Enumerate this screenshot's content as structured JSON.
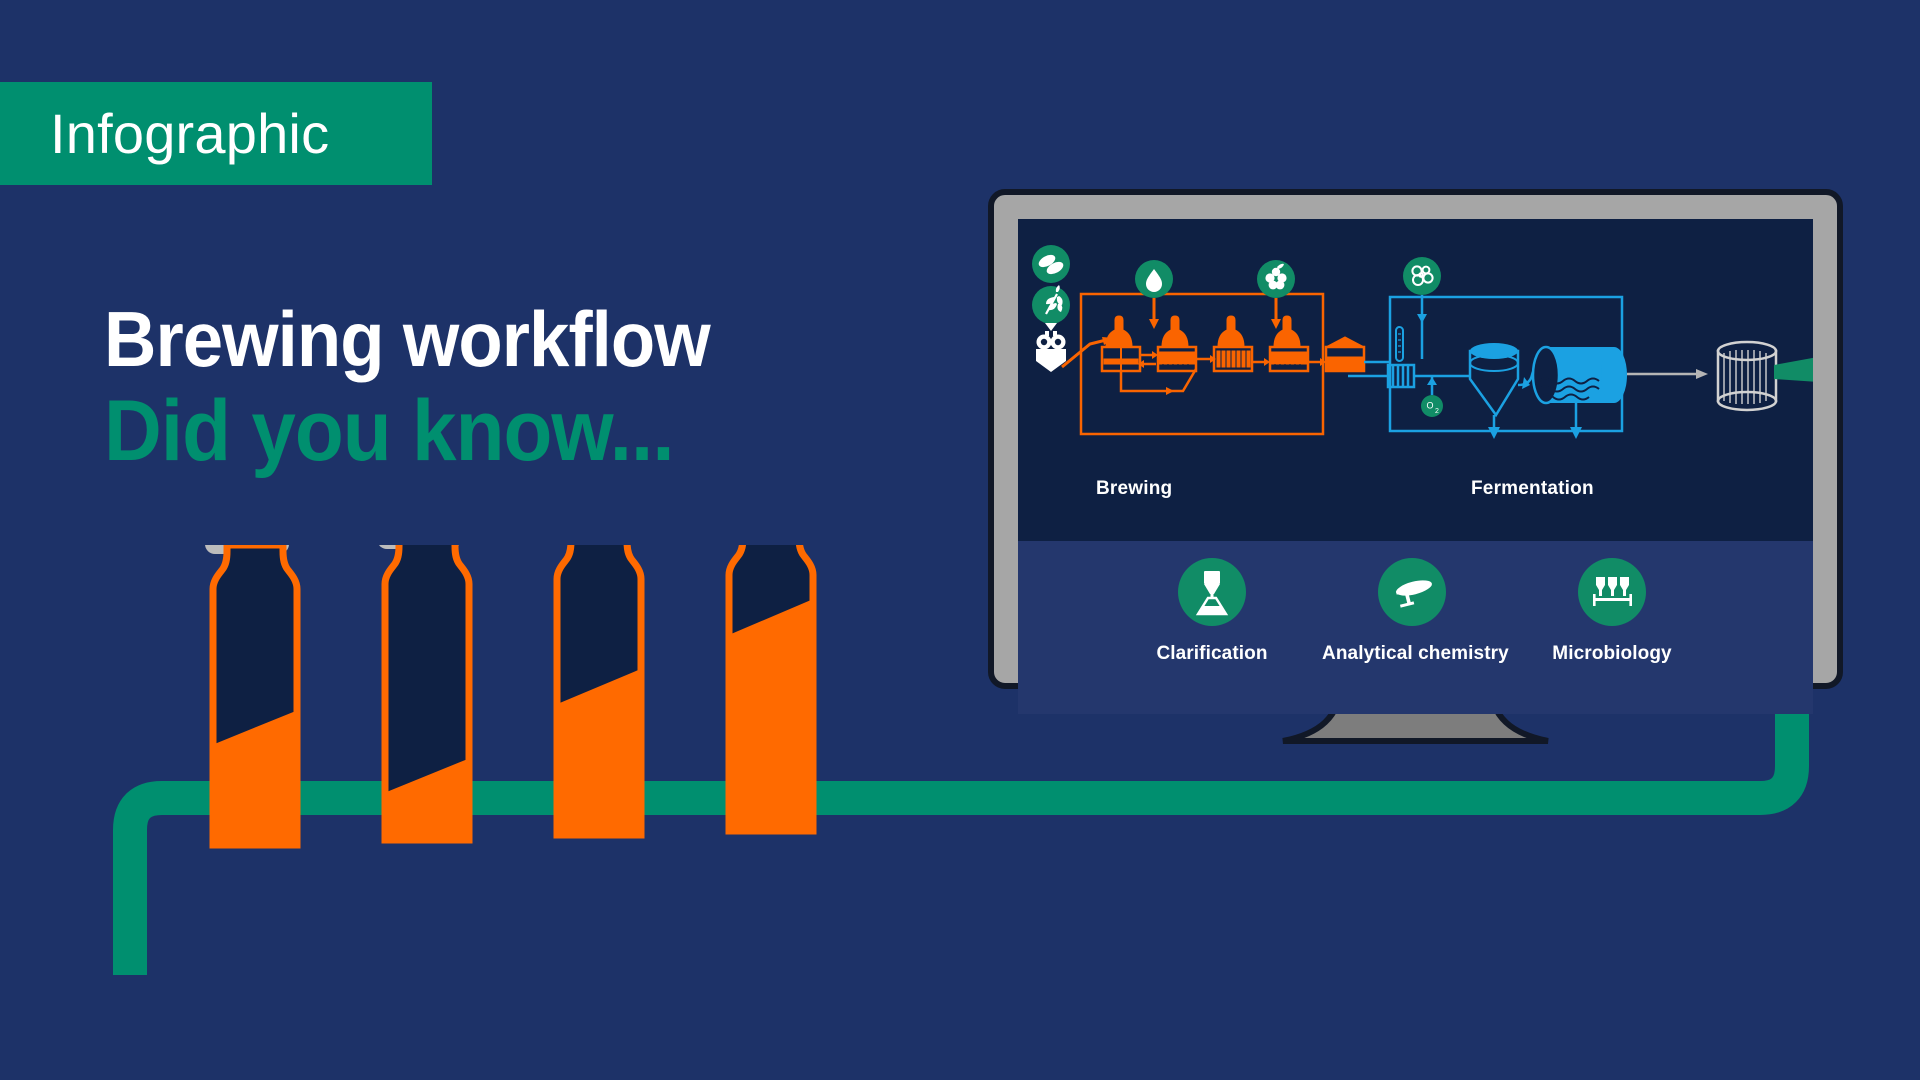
{
  "badge": {
    "label": "Infographic"
  },
  "headings": {
    "title": "Brewing workflow",
    "subtitle": "Did you know..."
  },
  "colors": {
    "background_navy": "#1d3268",
    "screen_dark_navy": "#0e2043",
    "screen_light_navy": "#24376d",
    "teal_green": "#008f6f",
    "icon_green": "#118c66",
    "orange": "#fa6400",
    "bottle_orange": "#ff6a00",
    "bottle_dark": "#0e2043",
    "cap_grey": "#bcbcbc",
    "bezel_grey": "#a6a6a6",
    "stand_grey": "#7d7d7d",
    "process_blue": "#1ba1e2",
    "white": "#ffffff"
  },
  "monitor": {
    "diagram": {
      "stages": [
        {
          "name": "Brewing",
          "label": "Brewing",
          "accent": "#fa6400",
          "inputs": [
            {
              "icon": "hops-pellets-icon",
              "name": "malt-pellets"
            },
            {
              "icon": "barley-ear-icon",
              "name": "barley-grain"
            },
            {
              "icon": "mill-icon",
              "name": "malt-mill"
            },
            {
              "icon": "water-drop-icon",
              "name": "brewing-water"
            },
            {
              "icon": "hops-cone-icon",
              "name": "hops"
            }
          ],
          "vessels": [
            {
              "name": "mash-tun"
            },
            {
              "name": "lauter-tun"
            },
            {
              "name": "wort-boiler"
            },
            {
              "name": "whirlpool"
            },
            {
              "name": "wort-cooler"
            }
          ]
        },
        {
          "name": "Fermentation",
          "label": "Fermentation",
          "accent": "#1ba1e2",
          "inputs": [
            {
              "icon": "yeast-cells-icon",
              "name": "yeast"
            },
            {
              "icon": "thermometer-icon",
              "name": "temperature-control"
            },
            {
              "icon": "oxygen-icon",
              "name": "oxygen-dosing",
              "label": "O",
              "sub": "2"
            }
          ],
          "vessels": [
            {
              "name": "heat-exchanger"
            },
            {
              "name": "fermentation-tank"
            },
            {
              "name": "maturation-tank"
            },
            {
              "name": "filtration-tank"
            }
          ]
        }
      ]
    },
    "services": [
      {
        "label": "Clarification",
        "icon": "filter-funnel-flask-icon",
        "name": "clarification"
      },
      {
        "label": "Analytical chemistry",
        "icon": "analytical-instrument-icon",
        "name": "analytical-chemistry"
      },
      {
        "label": "Microbiology",
        "icon": "pipette-rack-icon",
        "name": "microbiology"
      }
    ]
  },
  "bottles": {
    "count": 4,
    "cap_color": "#bcbcbc",
    "outline_color": "#ff6a00",
    "fill_upper": "#0e2043",
    "fill_lower": "#ff6a00"
  },
  "pipe": {
    "name": "green-pipe-path",
    "color": "#008f6f",
    "thickness": 34
  }
}
